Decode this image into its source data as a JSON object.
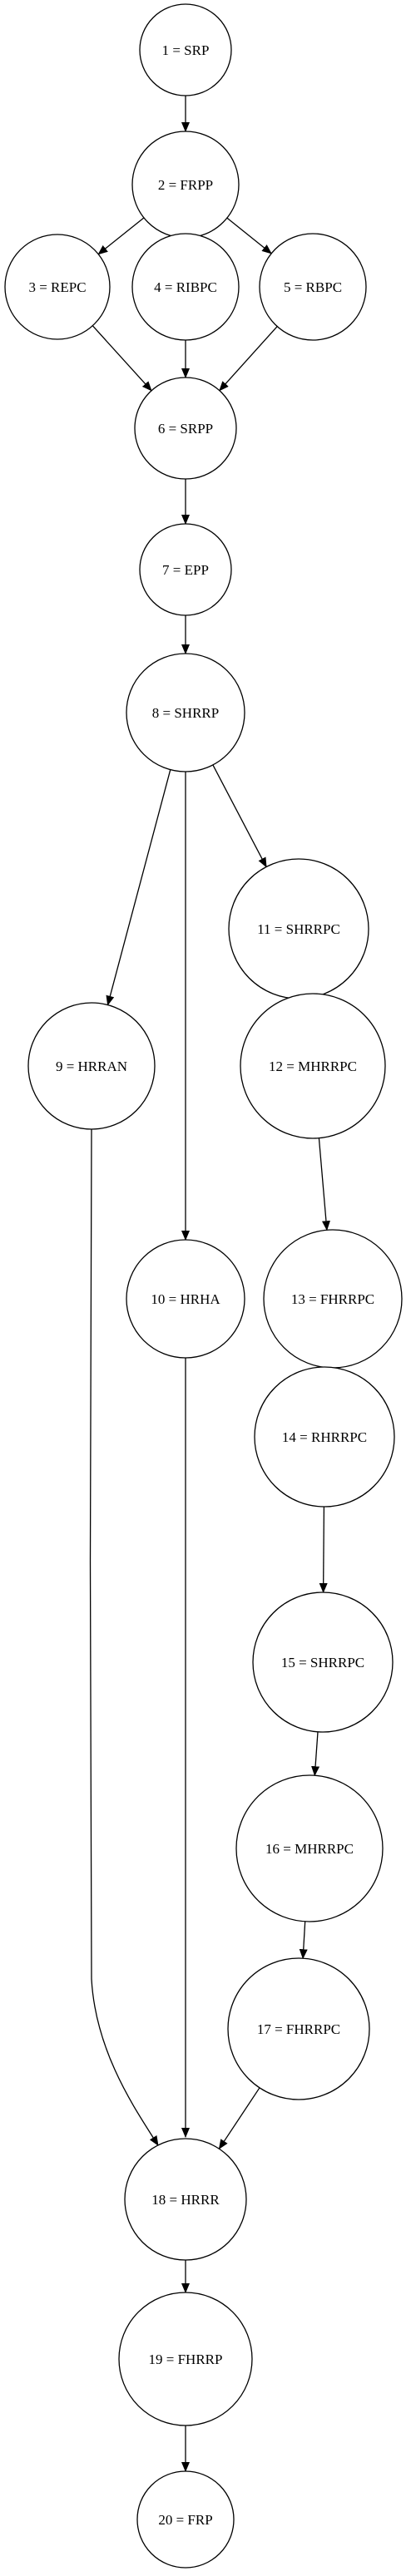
{
  "diagram": {
    "colors": {
      "background": "#ffffff",
      "stroke": "#000000"
    },
    "nodes": [
      {
        "id": "1",
        "label": "1 = SRP"
      },
      {
        "id": "2",
        "label": "2 = FRPP"
      },
      {
        "id": "3",
        "label": "3 = REPC"
      },
      {
        "id": "4",
        "label": "4 = RIBPC"
      },
      {
        "id": "5",
        "label": "5 = RBPC"
      },
      {
        "id": "6",
        "label": "6 = SRPP"
      },
      {
        "id": "7",
        "label": "7 = EPP"
      },
      {
        "id": "8",
        "label": "8 = SHRRP"
      },
      {
        "id": "9",
        "label": "9 = HRRAN"
      },
      {
        "id": "10",
        "label": "10 = HRHA"
      },
      {
        "id": "11",
        "label": "11 = SHRRPC"
      },
      {
        "id": "12",
        "label": "12 = MHRRPC"
      },
      {
        "id": "13",
        "label": "13 = FHRRPC"
      },
      {
        "id": "14",
        "label": "14 = RHRRPC"
      },
      {
        "id": "15",
        "label": "15 = SHRRPC"
      },
      {
        "id": "16",
        "label": "16 = MHRRPC"
      },
      {
        "id": "17",
        "label": "17 = FHRRPC"
      },
      {
        "id": "18",
        "label": "18 = HRRR"
      },
      {
        "id": "19",
        "label": "19 = FHRRP"
      },
      {
        "id": "20",
        "label": "20 = FRP"
      }
    ],
    "edges": [
      {
        "from": "1",
        "to": "2"
      },
      {
        "from": "2",
        "to": "3"
      },
      {
        "from": "2",
        "to": "4"
      },
      {
        "from": "2",
        "to": "5"
      },
      {
        "from": "3",
        "to": "6"
      },
      {
        "from": "4",
        "to": "6"
      },
      {
        "from": "5",
        "to": "6"
      },
      {
        "from": "6",
        "to": "7"
      },
      {
        "from": "7",
        "to": "8"
      },
      {
        "from": "8",
        "to": "9"
      },
      {
        "from": "8",
        "to": "10"
      },
      {
        "from": "8",
        "to": "11"
      },
      {
        "from": "11",
        "to": "12"
      },
      {
        "from": "12",
        "to": "13"
      },
      {
        "from": "13",
        "to": "14"
      },
      {
        "from": "14",
        "to": "15"
      },
      {
        "from": "15",
        "to": "16"
      },
      {
        "from": "16",
        "to": "17"
      },
      {
        "from": "9",
        "to": "18"
      },
      {
        "from": "10",
        "to": "18"
      },
      {
        "from": "17",
        "to": "18"
      },
      {
        "from": "18",
        "to": "19"
      },
      {
        "from": "19",
        "to": "20"
      }
    ]
  }
}
